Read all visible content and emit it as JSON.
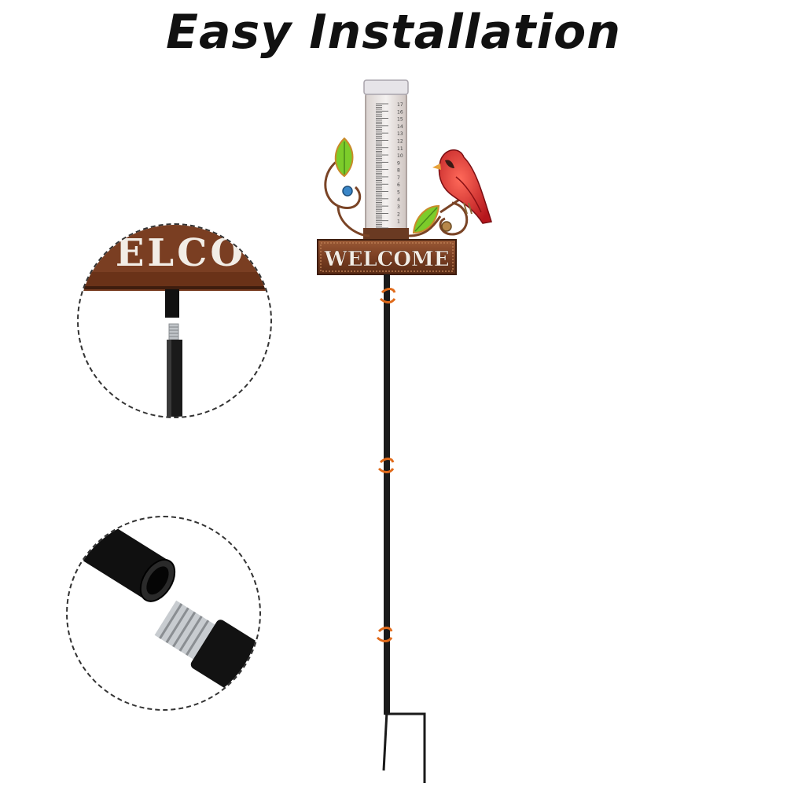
{
  "headline": "Easy Installation",
  "sign": {
    "text": "WELCOME",
    "closeup_text": "ELCO"
  },
  "gauge_ticks": [
    "17",
    "16",
    "15",
    "14",
    "13",
    "12",
    "11",
    "10",
    "9",
    "8",
    "7",
    "6",
    "5",
    "4",
    "3",
    "2",
    "1"
  ],
  "colors": {
    "background": "#ffffff",
    "headline": "#111111",
    "copper": "#8a4a2a",
    "copper_dark": "#5a2c16",
    "stake": "#1a1a1a",
    "cardinal": "#d8242a",
    "leaf": "#6fbf2a",
    "clip": "#e06a1a",
    "thread": "#c0c4c8"
  }
}
